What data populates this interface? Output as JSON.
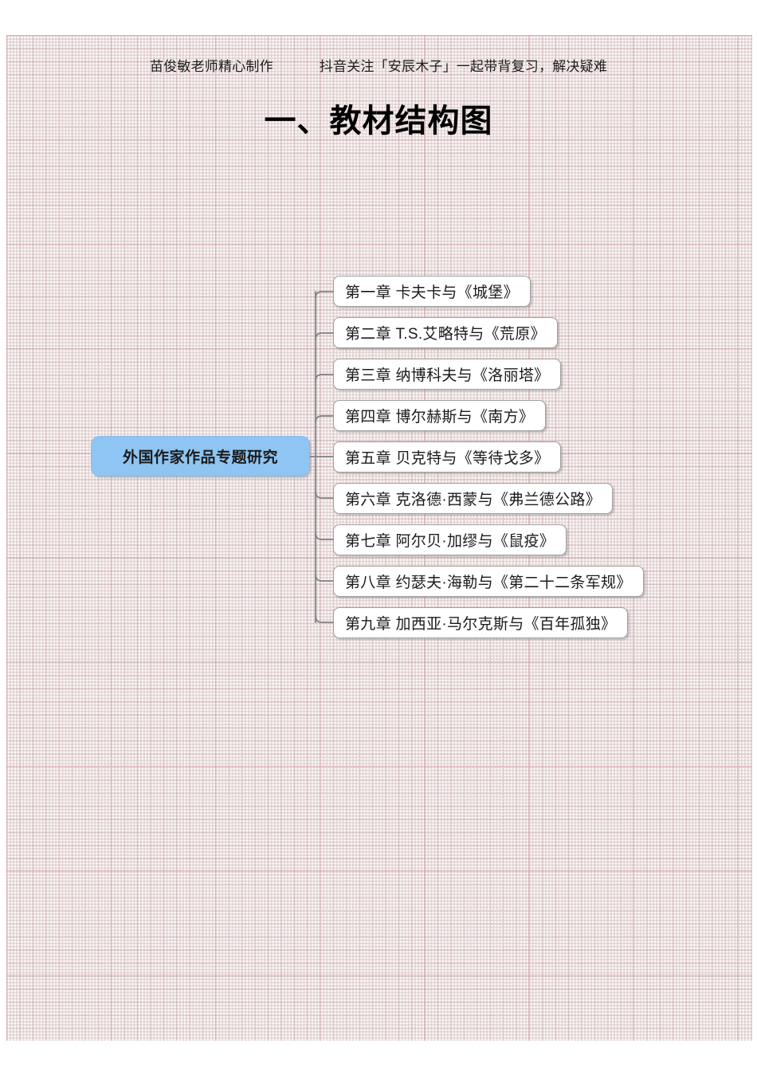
{
  "header": {
    "left_text": "苗俊敏老师精心制作",
    "right_text": "抖音关注「安辰木子」一起带背复习，解决疑难"
  },
  "title": "一、教材结构图",
  "mindmap": {
    "root": {
      "label": "外国作家作品专题研究",
      "fill_color": "#8fc5f2",
      "text_color": "#1b1b1b"
    },
    "connector_color": "#808080",
    "nodes": [
      {
        "label": "第一章 卡夫卡与《城堡》"
      },
      {
        "label": "第二章 T.S.艾略特与《荒原》"
      },
      {
        "label": "第三章 纳博科夫与《洛丽塔》"
      },
      {
        "label": "第四章 博尔赫斯与《南方》"
      },
      {
        "label": "第五章 贝克特与《等待戈多》"
      },
      {
        "label": "第六章 克洛德·西蒙与《弗兰德公路》"
      },
      {
        "label": "第七章 阿尔贝·加缪与《鼠疫》"
      },
      {
        "label": "第八章 约瑟夫·海勒与《第二十二条军规》"
      },
      {
        "label": "第九章 加西亚·马尔克斯与《百年孤独》"
      }
    ]
  },
  "paper": {
    "background_color": "#ffffff",
    "grid_color": "#cdafaf"
  }
}
